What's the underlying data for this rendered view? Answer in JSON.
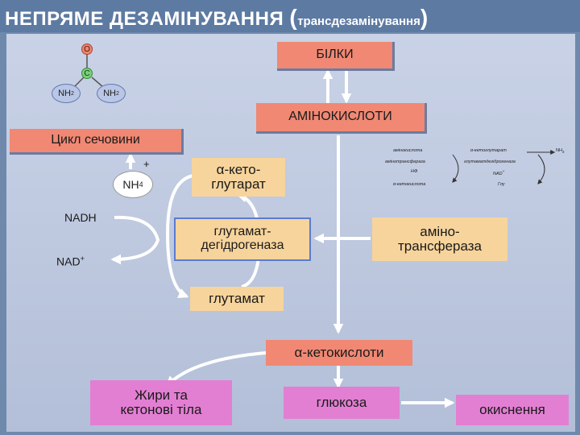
{
  "title": {
    "main": "НЕПРЯМЕ ДЕЗАМІНУВАННЯ",
    "open_paren": "(",
    "subtitle": "трансдезамінування",
    "close_paren": ")"
  },
  "urea_molecule": {
    "oxygen": "O",
    "carbon": "C",
    "amine_left": "NH",
    "amine_left_sub": "2",
    "amine_right": "NH",
    "amine_right_sub": "2"
  },
  "nodes": {
    "proteins": "БІЛКИ",
    "amino_acids": "АМІНОКИСЛОТИ",
    "urea_cycle": "Цикл сечовини",
    "ammonium": "NH",
    "ammonium_sub": "4",
    "ammonium_sup": "+",
    "nadh": "NADH",
    "nad_plus": "NAD",
    "nad_plus_sup": "+",
    "alpha_ketoglutarate_line1": "α-кето-",
    "alpha_ketoglutarate_line2": "глутарат",
    "glutamate_dehydrogenase_line1": "глутамат-",
    "glutamate_dehydrogenase_line2": "дегідрогеназа",
    "aminotransferase_line1": "аміно-",
    "aminotransferase_line2": "трансфераза",
    "glutamate": "глутамат",
    "alpha_keto_acids": "α-кетокислоти",
    "fats_ketone_bodies_line1": "Жири та",
    "fats_ketone_bodies_line2": "кетонові тіла",
    "glucose": "глюкоза",
    "oxidation": "окиснення"
  },
  "transamination_scheme": {
    "amino_acid": "амінокислота",
    "alpha_ketoglutarate": "α-кетоглутарат",
    "amine": "NH",
    "amine_sub": "2",
    "enzyme_left": "амінотрансфераза",
    "cofactor_left": "НФ",
    "enzyme_right": "глутаматдегідрогеназа",
    "cofactor_right": "NAD",
    "cofactor_right_sup": "+",
    "alpha_keto_acid": "α-кетокислота",
    "glutamate": "Глу"
  },
  "colors": {
    "header": "#5d7aa2",
    "slide": "#c9d2e6",
    "salmon": "#f08873",
    "peach": "#f7d49c",
    "pink": "#e27fd3",
    "arrow": "#ffffff",
    "frame": "#5a7bd0"
  }
}
